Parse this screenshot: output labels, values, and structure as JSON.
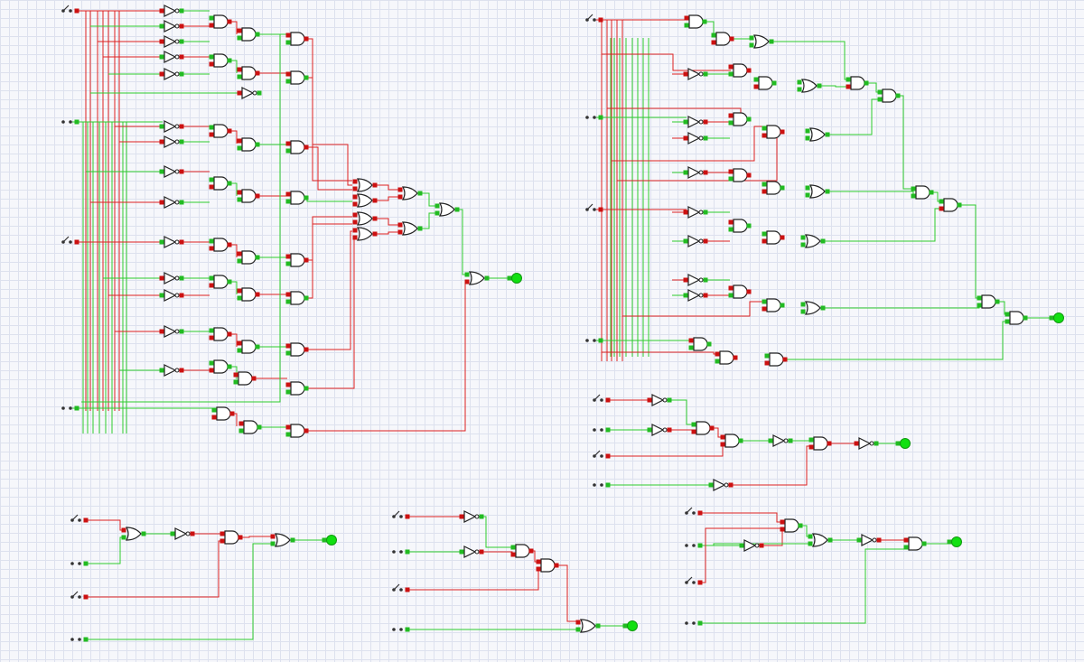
{
  "colors": {
    "wire_high": "#dd2222",
    "wire_low": "#2ecc2e",
    "pin_high": "#cc1111",
    "pin_low": "#22bb22",
    "led_on": "#11e011",
    "gate_stroke": "#222222",
    "gate_fill": "#ffffff",
    "grid": "#dde1ee",
    "background": "#f6f7fb"
  },
  "components": {
    "inputs": [
      {
        "state": "high"
      },
      {
        "state": "low"
      },
      {
        "state": "high"
      },
      {
        "state": "low"
      },
      {
        "state": "high"
      },
      {
        "state": "low"
      },
      {
        "state": "high"
      },
      {
        "state": "low"
      },
      {
        "state": "high"
      },
      {
        "state": "low"
      },
      {
        "state": "high"
      },
      {
        "state": "low"
      },
      {
        "state": "high"
      },
      {
        "state": "low"
      },
      {
        "state": "high"
      },
      {
        "state": "low"
      },
      {
        "state": "high"
      },
      {
        "state": "low"
      },
      {
        "state": "high"
      },
      {
        "state": "low"
      },
      {
        "state": "high"
      },
      {
        "state": "low"
      },
      {
        "state": "high"
      },
      {
        "state": "low"
      }
    ],
    "outputs": [
      {
        "state": "on"
      },
      {
        "state": "on"
      },
      {
        "state": "on"
      },
      {
        "state": "on"
      },
      {
        "state": "on"
      },
      {
        "state": "on"
      }
    ],
    "gate_types": [
      "not",
      "and",
      "or"
    ]
  }
}
